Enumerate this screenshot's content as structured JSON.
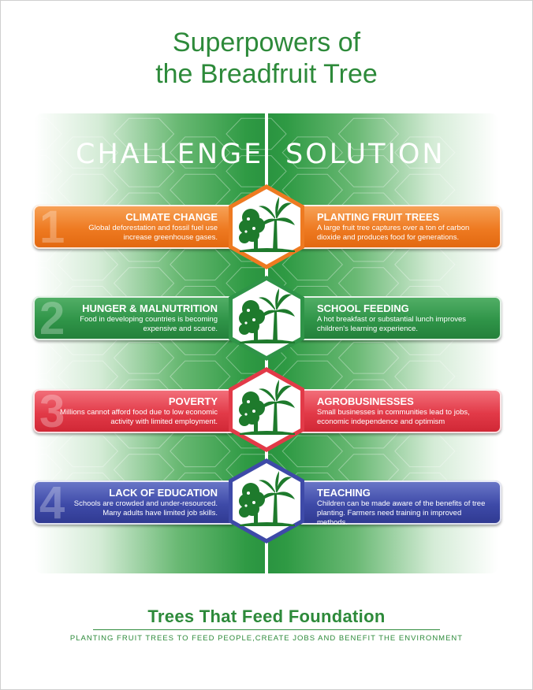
{
  "title": {
    "line1": "Superpowers of",
    "line2": "the Breadfruit Tree"
  },
  "headings": {
    "challenge": "CHALLENGE",
    "solution": "SOLUTION"
  },
  "rows": [
    {
      "number": "1",
      "color": "#ee7a21",
      "challenge_title": "CLIMATE CHANGE",
      "challenge_text": "Global deforestation and fossil fuel use increase greenhouse gases.",
      "solution_title": "PLANTING FRUIT TREES",
      "solution_text": "A large fruit tree captures over a ton of carbon dioxide and produces food for generations."
    },
    {
      "number": "2",
      "color": "#2f9448",
      "challenge_title": "HUNGER & MALNUTRITION",
      "challenge_text": "Food in developing countries is becoming expensive and scarce.",
      "solution_title": "SCHOOL FEEDING",
      "solution_text": "A hot breakfast or substantial lunch improves children's learning experience."
    },
    {
      "number": "3",
      "color": "#e23a48",
      "challenge_title": "POVERTY",
      "challenge_text": "Millions cannot afford food due to low economic activity with limited employment.",
      "solution_title": "AGROBUSINESSES",
      "solution_text": "Small businesses in communities lead to jobs, economic independence and optimism"
    },
    {
      "number": "4",
      "color": "#3e4aa8",
      "challenge_title": "LACK OF EDUCATION",
      "challenge_text": "Schools are crowded and under-resourced. Many adults have limited job skills.",
      "solution_title": "TEACHING",
      "solution_text": "Children can be made aware of the benefits of tree planting. Farmers need training in improved methods."
    }
  ],
  "icons": {
    "row_icon": "breadfruit-tree-icon"
  },
  "footer": {
    "foundation": "Trees That Feed Foundation",
    "tagline": "PLANTING FRUIT TREES TO FEED PEOPLE,CREATE JOBS AND BENEFIT THE ENVIRONMENT"
  }
}
